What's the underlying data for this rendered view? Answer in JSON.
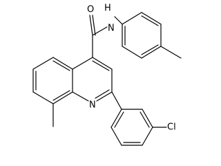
{
  "labels": {
    "oxygen": "O",
    "amide_nh": "H",
    "amide_n": "N",
    "ring_n": "N",
    "chlorine": "Cl"
  },
  "colors": {
    "bond": "#000000",
    "text": "#000000",
    "background": "#ffffff"
  }
}
